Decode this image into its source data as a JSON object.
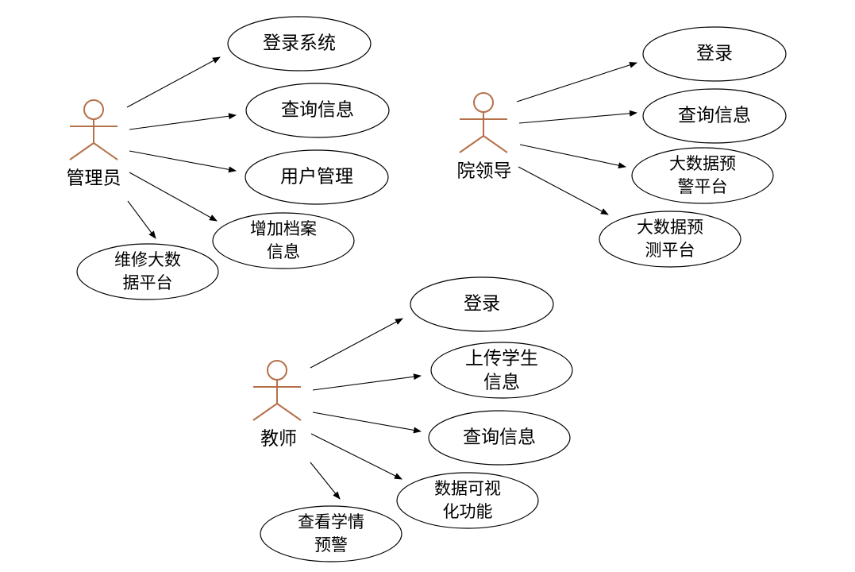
{
  "colors": {
    "actor": "#b5704a",
    "line": "#000000",
    "background": "#ffffff"
  },
  "actors": {
    "admin": {
      "label": "管理员"
    },
    "leader": {
      "label": "院领导"
    },
    "teacher": {
      "label": "教师"
    }
  },
  "usecases": {
    "admin_login": {
      "lines": [
        "登录系统"
      ]
    },
    "admin_query": {
      "lines": [
        "查询信息"
      ]
    },
    "admin_user_mgmt": {
      "lines": [
        "用户管理"
      ]
    },
    "admin_add_archive": {
      "lines": [
        "增加档案",
        "信息"
      ]
    },
    "admin_maintain": {
      "lines": [
        "维修大数",
        "据平台"
      ]
    },
    "leader_login": {
      "lines": [
        "登录"
      ]
    },
    "leader_query": {
      "lines": [
        "查询信息"
      ]
    },
    "leader_warning": {
      "lines": [
        "大数据预",
        "警平台"
      ]
    },
    "leader_forecast": {
      "lines": [
        "大数据预",
        "测平台"
      ]
    },
    "teacher_login": {
      "lines": [
        "登录"
      ]
    },
    "teacher_upload": {
      "lines": [
        "上传学生",
        "信息"
      ]
    },
    "teacher_query": {
      "lines": [
        "查询信息"
      ]
    },
    "teacher_visual": {
      "lines": [
        "数据可视",
        "化功能"
      ]
    },
    "teacher_view_warning": {
      "lines": [
        "查看学情",
        "预警"
      ]
    }
  }
}
